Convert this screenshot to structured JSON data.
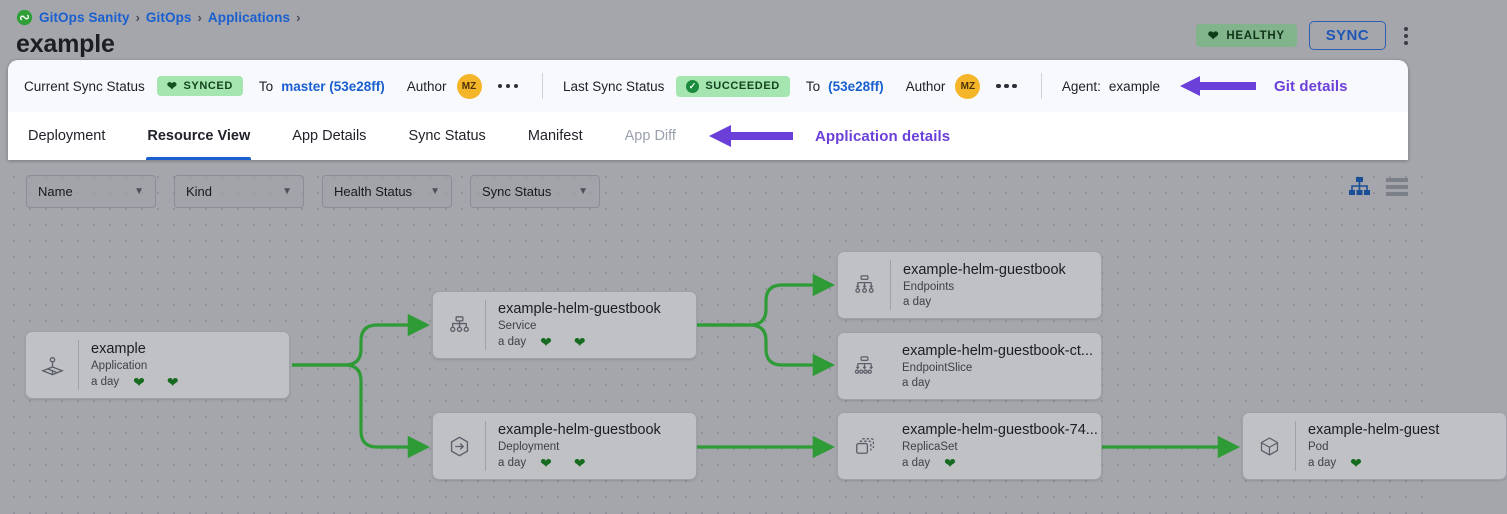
{
  "breadcrumb": {
    "logo_icon": "gitops-logo-icon",
    "items": [
      "GitOps Sanity",
      "GitOps",
      "Applications"
    ],
    "separator": "›"
  },
  "header": {
    "title": "example",
    "health_badge": {
      "label": "HEALTHY",
      "icon": "heart-icon",
      "color": "#81b48a"
    },
    "sync_button": {
      "label": "SYNC",
      "color": "#2056b5"
    },
    "kebab_icon": "kebab-menu-icon"
  },
  "sync_bar": {
    "current": {
      "label": "Current Sync Status",
      "status": "SYNCED",
      "status_icon": "heart-icon",
      "to_label": "To",
      "revision": "master (53e28ff)",
      "author_label": "Author",
      "author_initials": "MZ",
      "more_icon": "ellipsis-icon"
    },
    "last": {
      "label": "Last Sync Status",
      "status": "SUCCEEDED",
      "status_icon": "check-circle-icon",
      "to_label": "To",
      "revision": "(53e28ff)",
      "author_label": "Author",
      "author_initials": "MZ",
      "more_icon": "ellipsis-icon"
    },
    "agent_label": "Agent:",
    "agent_value": "example",
    "annotation": {
      "text": "Git details",
      "color": "#6b40d8",
      "icon": "left-arrow-annotation"
    }
  },
  "tabs": {
    "items": [
      {
        "label": "Deployment",
        "active": false,
        "disabled": false
      },
      {
        "label": "Resource View",
        "active": true,
        "disabled": false
      },
      {
        "label": "App Details",
        "active": false,
        "disabled": false
      },
      {
        "label": "Sync Status",
        "active": false,
        "disabled": false
      },
      {
        "label": "Manifest",
        "active": false,
        "disabled": false
      },
      {
        "label": "App Diff",
        "active": false,
        "disabled": true
      }
    ],
    "annotation": {
      "text": "Application details",
      "color": "#6b40d8",
      "icon": "left-arrow-annotation"
    },
    "active_underline_color": "#1a5fd0"
  },
  "filters": [
    {
      "label": "Name",
      "icon": "chevron-down-icon"
    },
    {
      "label": "Kind",
      "icon": "chevron-down-icon"
    },
    {
      "label": "Health Status",
      "icon": "chevron-down-icon"
    },
    {
      "label": "Sync Status",
      "icon": "chevron-down-icon"
    }
  ],
  "view_toggles": [
    {
      "icon": "tree-view-icon",
      "active": true,
      "color": "#1b4f97"
    },
    {
      "icon": "list-view-icon",
      "active": false,
      "color": "#7c8088"
    }
  ],
  "graph": {
    "edge_color": "#2e9b36",
    "nodes": [
      {
        "id": "app",
        "name": "example",
        "kind": "Application",
        "age": "a day",
        "icon": "application-icon",
        "hearts": 2
      },
      {
        "id": "service",
        "name": "example-helm-guestbook",
        "kind": "Service",
        "age": "a day",
        "icon": "service-icon",
        "hearts": 2
      },
      {
        "id": "deployment",
        "name": "example-helm-guestbook",
        "kind": "Deployment",
        "age": "a day",
        "icon": "deployment-icon",
        "hearts": 2
      },
      {
        "id": "endpoints",
        "name": "example-helm-guestbook",
        "kind": "Endpoints",
        "age": "a day",
        "icon": "endpoints-icon",
        "hearts": 0
      },
      {
        "id": "endpointslice",
        "name": "example-helm-guestbook-ct...",
        "kind": "EndpointSlice",
        "age": "a day",
        "icon": "endpointslice-icon",
        "hearts": 0
      },
      {
        "id": "replicaset",
        "name": "example-helm-guestbook-74...",
        "kind": "ReplicaSet",
        "age": "a day",
        "icon": "replicaset-icon",
        "hearts": 1
      },
      {
        "id": "pod",
        "name": "example-helm-guest",
        "kind": "Pod",
        "age": "a day",
        "icon": "pod-icon",
        "hearts": 1
      }
    ]
  }
}
